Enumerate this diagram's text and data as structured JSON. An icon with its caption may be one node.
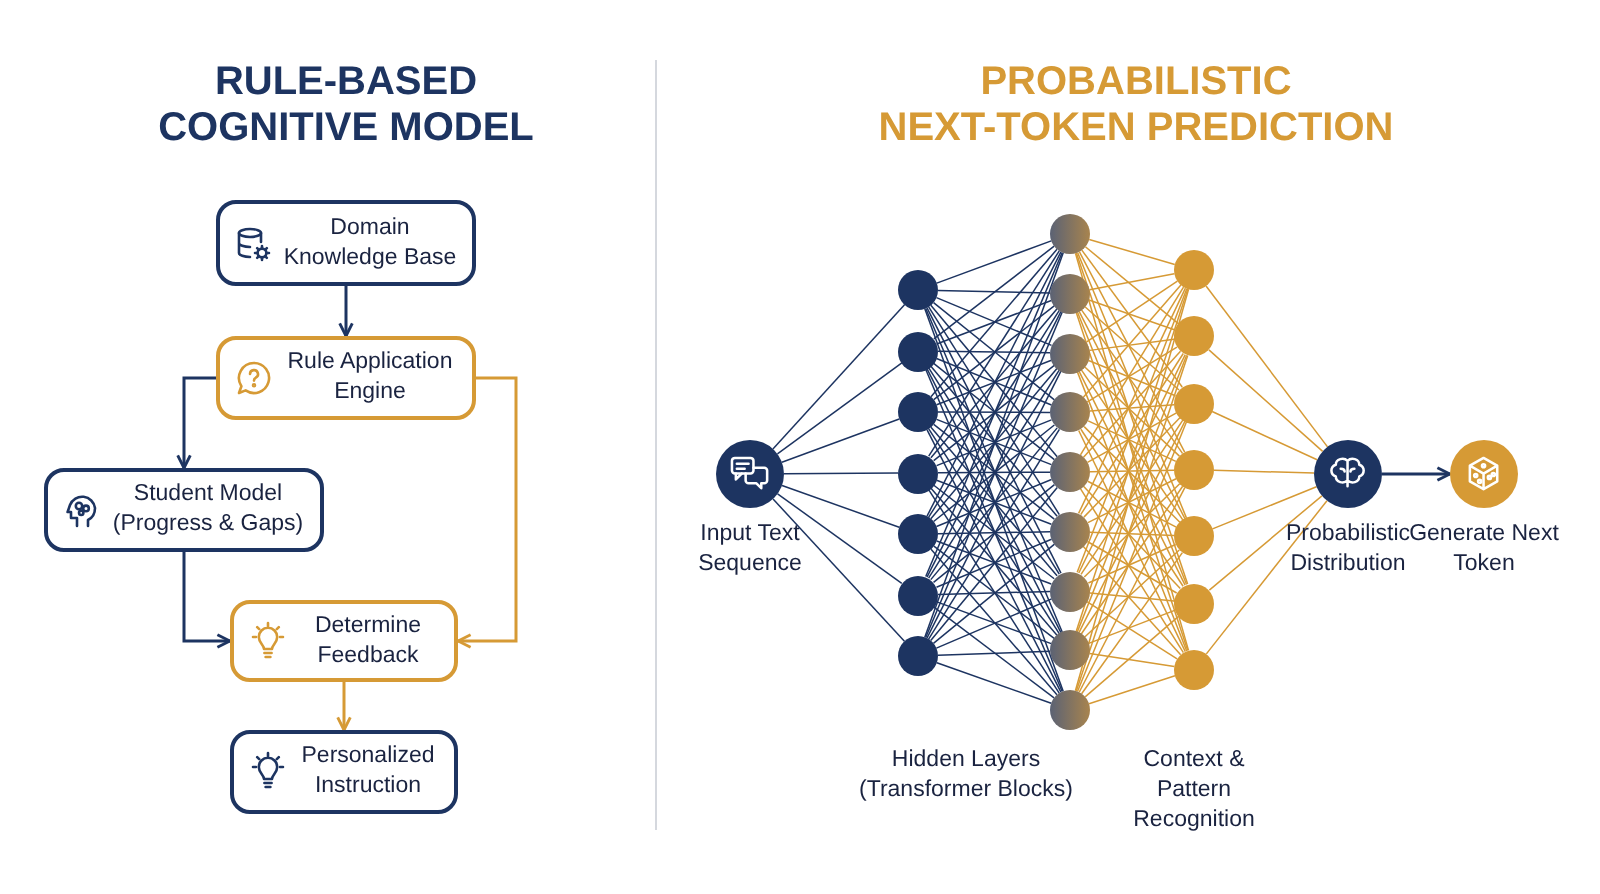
{
  "diagram": {
    "nodes": [
      {
        "text": [
          "Domain Knowledge Base"
        ]
      },
      {
        "text": [
          "Rule Application Engine"
        ]
      },
      {
        "text": [
          "Student Model (Progress & Gaps)"
        ]
      },
      {
        "text": [
          "Determine Feedback"
        ]
      },
      {
        "text": [
          "Personalized Instruction"
        ]
      },
      {
        "text": [
          "Input Text Sequence"
        ]
      },
      {
        "text": [],
        "shape": "circle"
      },
      {
        "text": [],
        "shape": "circle"
      },
      {
        "text": [],
        "shape": "circle"
      },
      {
        "text": [],
        "shape": "circle"
      },
      {
        "text": [],
        "shape": "circle"
      },
      {
        "text": [],
        "shape": "circle"
      },
      {
        "text": [],
        "shape": "circle"
      },
      {
        "text": [],
        "shape": "circle"
      },
      {
        "text": [],
        "shape": "circle"
      },
      {
        "text": [],
        "shape": "circle"
      },
      {
        "text": [],
        "shape": "circle"
      },
      {
        "text": [],
        "shape": "circle"
      },
      {
        "text": [],
        "shape": "circle"
      },
      {
        "text": [],
        "shape": "circle"
      },
      {
        "text": [],
        "shape": "circle"
      },
      {
        "text": [],
        "shape": "circle"
      },
      {
        "text": [],
        "shape": "circle"
      },
      {
        "text": [],
        "shape": "circle"
      },
      {
        "text": [],
        "shape": "circle"
      },
      {
        "text": [],
        "shape": "circle"
      },
      {
        "text": [],
        "shape": "circle"
      },
      {
        "text": [],
        "shape": "circle"
      },
      {
        "text": [],
        "shape": "circle"
      },
      {
        "text": [
          "Probabilistic Distribution"
        ]
      },
      {
        "text": [
          "Generate Next Token"
        ]
      }
    ],
    "edges": [
      {
        "from": 0,
        "to": 1,
        "arrow": "to"
      },
      {
        "from": 1,
        "to": 2,
        "arrow": "to"
      },
      {
        "from": 1,
        "to": 3,
        "arrow": "to",
        "color": "#d69a35"
      },
      {
        "from": 2,
        "to": 3,
        "arrow": "to"
      },
      {
        "from": 3,
        "to": 4,
        "arrow": "to",
        "color": "#d69a35"
      },
      {
        "from": 5,
        "to": 6,
        "arrow": "none"
      },
      {
        "from": 5,
        "to": 7,
        "arrow": "none"
      },
      {
        "from": 5,
        "to": 8,
        "arrow": "none"
      },
      {
        "from": 5,
        "to": 9,
        "arrow": "none"
      },
      {
        "from": 5,
        "to": 10,
        "arrow": "none"
      },
      {
        "from": 5,
        "to": 11,
        "arrow": "none"
      },
      {
        "from": 5,
        "to": 12,
        "arrow": "none"
      },
      {
        "from": 6,
        "to": 13,
        "arrow": "none"
      },
      {
        "from": 6,
        "to": 14,
        "arrow": "none"
      },
      {
        "from": 6,
        "to": 15,
        "arrow": "none"
      },
      {
        "from": 6,
        "to": 16,
        "arrow": "none"
      },
      {
        "from": 6,
        "to": 17,
        "arrow": "none"
      },
      {
        "from": 6,
        "to": 18,
        "arrow": "none"
      },
      {
        "from": 6,
        "to": 19,
        "arrow": "none"
      },
      {
        "from": 6,
        "to": 20,
        "arrow": "none"
      },
      {
        "from": 6,
        "to": 21,
        "arrow": "none"
      },
      {
        "from": 7,
        "to": 13,
        "arrow": "none"
      },
      {
        "from": 7,
        "to": 14,
        "arrow": "none"
      },
      {
        "from": 7,
        "to": 15,
        "arrow": "none"
      },
      {
        "from": 7,
        "to": 16,
        "arrow": "none"
      },
      {
        "from": 7,
        "to": 17,
        "arrow": "none"
      },
      {
        "from": 7,
        "to": 18,
        "arrow": "none"
      },
      {
        "from": 7,
        "to": 19,
        "arrow": "none"
      },
      {
        "from": 7,
        "to": 20,
        "arrow": "none"
      },
      {
        "from": 7,
        "to": 21,
        "arrow": "none"
      },
      {
        "from": 8,
        "to": 13,
        "arrow": "none"
      },
      {
        "from": 8,
        "to": 14,
        "arrow": "none"
      },
      {
        "from": 8,
        "to": 15,
        "arrow": "none"
      },
      {
        "from": 8,
        "to": 16,
        "arrow": "none"
      },
      {
        "from": 8,
        "to": 17,
        "arrow": "none"
      },
      {
        "from": 8,
        "to": 18,
        "arrow": "none"
      },
      {
        "from": 8,
        "to": 19,
        "arrow": "none"
      },
      {
        "from": 8,
        "to": 20,
        "arrow": "none"
      },
      {
        "from": 8,
        "to": 21,
        "arrow": "none"
      },
      {
        "from": 9,
        "to": 13,
        "arrow": "none"
      },
      {
        "from": 9,
        "to": 14,
        "arrow": "none"
      },
      {
        "from": 9,
        "to": 15,
        "arrow": "none"
      },
      {
        "from": 9,
        "to": 16,
        "arrow": "none"
      },
      {
        "from": 9,
        "to": 17,
        "arrow": "none"
      },
      {
        "from": 9,
        "to": 18,
        "arrow": "none"
      },
      {
        "from": 9,
        "to": 19,
        "arrow": "none"
      },
      {
        "from": 9,
        "to": 20,
        "arrow": "none"
      },
      {
        "from": 9,
        "to": 21,
        "arrow": "none"
      },
      {
        "from": 10,
        "to": 13,
        "arrow": "none"
      },
      {
        "from": 10,
        "to": 14,
        "arrow": "none"
      },
      {
        "from": 10,
        "to": 15,
        "arrow": "none"
      },
      {
        "from": 10,
        "to": 16,
        "arrow": "none"
      },
      {
        "from": 10,
        "to": 17,
        "arrow": "none"
      },
      {
        "from": 10,
        "to": 18,
        "arrow": "none"
      },
      {
        "from": 10,
        "to": 19,
        "arrow": "none"
      },
      {
        "from": 10,
        "to": 20,
        "arrow": "none"
      },
      {
        "from": 10,
        "to": 21,
        "arrow": "none"
      },
      {
        "from": 11,
        "to": 13,
        "arrow": "none"
      },
      {
        "from": 11,
        "to": 14,
        "arrow": "none"
      },
      {
        "from": 11,
        "to": 15,
        "arrow": "none"
      },
      {
        "from": 11,
        "to": 16,
        "arrow": "none"
      },
      {
        "from": 11,
        "to": 17,
        "arrow": "none"
      },
      {
        "from": 11,
        "to": 18,
        "arrow": "none"
      },
      {
        "from": 11,
        "to": 19,
        "arrow": "none"
      },
      {
        "from": 11,
        "to": 20,
        "arrow": "none"
      },
      {
        "from": 11,
        "to": 21,
        "arrow": "none"
      },
      {
        "from": 12,
        "to": 13,
        "arrow": "none"
      },
      {
        "from": 12,
        "to": 14,
        "arrow": "none"
      },
      {
        "from": 12,
        "to": 15,
        "arrow": "none"
      },
      {
        "from": 12,
        "to": 16,
        "arrow": "none"
      },
      {
        "from": 12,
        "to": 17,
        "arrow": "none"
      },
      {
        "from": 12,
        "to": 18,
        "arrow": "none"
      },
      {
        "from": 12,
        "to": 19,
        "arrow": "none"
      },
      {
        "from": 12,
        "to": 20,
        "arrow": "none"
      },
      {
        "from": 12,
        "to": 21,
        "arrow": "none"
      },
      {
        "from": 13,
        "to": 22,
        "arrow": "none",
        "color": "#d69a35"
      },
      {
        "from": 13,
        "to": 23,
        "arrow": "none",
        "color": "#d69a35"
      },
      {
        "from": 13,
        "to": 24,
        "arrow": "none",
        "color": "#d69a35"
      },
      {
        "from": 13,
        "to": 25,
        "arrow": "none",
        "color": "#d69a35"
      },
      {
        "from": 13,
        "to": 26,
        "arrow": "none",
        "color": "#d69a35"
      },
      {
        "from": 13,
        "to": 27,
        "arrow": "none",
        "color": "#d69a35"
      },
      {
        "from": 13,
        "to": 28,
        "arrow": "none",
        "color": "#d69a35"
      },
      {
        "from": 14,
        "to": 22,
        "arrow": "none",
        "color": "#d69a35"
      },
      {
        "from": 14,
        "to": 23,
        "arrow": "none",
        "color": "#d69a35"
      },
      {
        "from": 14,
        "to": 24,
        "arrow": "none",
        "color": "#d69a35"
      },
      {
        "from": 14,
        "to": 25,
        "arrow": "none",
        "color": "#d69a35"
      },
      {
        "from": 14,
        "to": 26,
        "arrow": "none",
        "color": "#d69a35"
      },
      {
        "from": 14,
        "to": 27,
        "arrow": "none",
        "color": "#d69a35"
      },
      {
        "from": 14,
        "to": 28,
        "arrow": "none",
        "color": "#d69a35"
      },
      {
        "from": 15,
        "to": 22,
        "arrow": "none",
        "color": "#d69a35"
      },
      {
        "from": 15,
        "to": 23,
        "arrow": "none",
        "color": "#d69a35"
      },
      {
        "from": 15,
        "to": 24,
        "arrow": "none",
        "color": "#d69a35"
      },
      {
        "from": 15,
        "to": 25,
        "arrow": "none",
        "color": "#d69a35"
      },
      {
        "from": 15,
        "to": 26,
        "arrow": "none",
        "color": "#d69a35"
      },
      {
        "from": 15,
        "to": 27,
        "arrow": "none",
        "color": "#d69a35"
      },
      {
        "from": 15,
        "to": 28,
        "arrow": "none",
        "color": "#d69a35"
      },
      {
        "from": 16,
        "to": 22,
        "arrow": "none",
        "color": "#d69a35"
      },
      {
        "from": 16,
        "to": 23,
        "arrow": "none",
        "color": "#d69a35"
      },
      {
        "from": 16,
        "to": 24,
        "arrow": "none",
        "color": "#d69a35"
      },
      {
        "from": 16,
        "to": 25,
        "arrow": "none",
        "color": "#d69a35"
      },
      {
        "from": 16,
        "to": 26,
        "arrow": "none",
        "color": "#d69a35"
      },
      {
        "from": 16,
        "to": 27,
        "arrow": "none",
        "color": "#d69a35"
      },
      {
        "from": 16,
        "to": 28,
        "arrow": "none",
        "color": "#d69a35"
      },
      {
        "from": 17,
        "to": 22,
        "arrow": "none",
        "color": "#d69a35"
      },
      {
        "from": 17,
        "to": 23,
        "arrow": "none",
        "color": "#d69a35"
      },
      {
        "from": 17,
        "to": 24,
        "arrow": "none",
        "color": "#d69a35"
      },
      {
        "from": 17,
        "to": 25,
        "arrow": "none",
        "color": "#d69a35"
      },
      {
        "from": 17,
        "to": 26,
        "arrow": "none",
        "color": "#d69a35"
      },
      {
        "from": 17,
        "to": 27,
        "arrow": "none",
        "color": "#d69a35"
      },
      {
        "from": 17,
        "to": 28,
        "arrow": "none",
        "color": "#d69a35"
      },
      {
        "from": 18,
        "to": 22,
        "arrow": "none",
        "color": "#d69a35"
      },
      {
        "from": 18,
        "to": 23,
        "arrow": "none",
        "color": "#d69a35"
      },
      {
        "from": 18,
        "to": 24,
        "arrow": "none",
        "color": "#d69a35"
      },
      {
        "from": 18,
        "to": 25,
        "arrow": "none",
        "color": "#d69a35"
      },
      {
        "from": 18,
        "to": 26,
        "arrow": "none",
        "color": "#d69a35"
      },
      {
        "from": 18,
        "to": 27,
        "arrow": "none",
        "color": "#d69a35"
      },
      {
        "from": 18,
        "to": 28,
        "arrow": "none",
        "color": "#d69a35"
      },
      {
        "from": 19,
        "to": 22,
        "arrow": "none",
        "color": "#d69a35"
      },
      {
        "from": 19,
        "to": 23,
        "arrow": "none",
        "color": "#d69a35"
      },
      {
        "from": 19,
        "to": 24,
        "arrow": "none",
        "color": "#d69a35"
      },
      {
        "from": 19,
        "to": 25,
        "arrow": "none",
        "color": "#d69a35"
      },
      {
        "from": 19,
        "to": 26,
        "arrow": "none",
        "color": "#d69a35"
      },
      {
        "from": 19,
        "to": 27,
        "arrow": "none",
        "color": "#d69a35"
      },
      {
        "from": 19,
        "to": 28,
        "arrow": "none",
        "color": "#d69a35"
      },
      {
        "from": 20,
        "to": 22,
        "arrow": "none",
        "color": "#d69a35"
      },
      {
        "from": 20,
        "to": 23,
        "arrow": "none",
        "color": "#d69a35"
      },
      {
        "from": 20,
        "to": 24,
        "arrow": "none",
        "color": "#d69a35"
      },
      {
        "from": 20,
        "to": 25,
        "arrow": "none",
        "color": "#d69a35"
      },
      {
        "from": 20,
        "to": 26,
        "arrow": "none",
        "color": "#d69a35"
      },
      {
        "from": 20,
        "to": 27,
        "arrow": "none",
        "color": "#d69a35"
      },
      {
        "from": 20,
        "to": 28,
        "arrow": "none",
        "color": "#d69a35"
      },
      {
        "from": 21,
        "to": 22,
        "arrow": "none",
        "color": "#d69a35"
      },
      {
        "from": 21,
        "to": 23,
        "arrow": "none",
        "color": "#d69a35"
      },
      {
        "from": 21,
        "to": 24,
        "arrow": "none",
        "color": "#d69a35"
      },
      {
        "from": 21,
        "to": 25,
        "arrow": "none",
        "color": "#d69a35"
      },
      {
        "from": 21,
        "to": 26,
        "arrow": "none",
        "color": "#d69a35"
      },
      {
        "from": 21,
        "to": 27,
        "arrow": "none",
        "color": "#d69a35"
      },
      {
        "from": 21,
        "to": 28,
        "arrow": "none",
        "color": "#d69a35"
      },
      {
        "from": 22,
        "to": 29,
        "arrow": "none",
        "color": "#d69a35"
      },
      {
        "from": 23,
        "to": 29,
        "arrow": "none",
        "color": "#d69a35"
      },
      {
        "from": 24,
        "to": 29,
        "arrow": "none",
        "color": "#d69a35"
      },
      {
        "from": 25,
        "to": 29,
        "arrow": "none",
        "color": "#d69a35"
      },
      {
        "from": 26,
        "to": 29,
        "arrow": "none",
        "color": "#d69a35"
      },
      {
        "from": 27,
        "to": 29,
        "arrow": "none",
        "color": "#d69a35"
      },
      {
        "from": 28,
        "to": 29,
        "arrow": "none",
        "color": "#d69a35"
      },
      {
        "from": 29,
        "to": 30,
        "arrow": "to"
      }
    ],
    "labels": [
      "RULE-BASED COGNITIVE MODEL",
      "PROBABILISTIC NEXT-TOKEN PREDICTION",
      "Hidden Layers (Transformer Blocks)",
      "Context & Pattern Recognition"
    ]
  }
}
